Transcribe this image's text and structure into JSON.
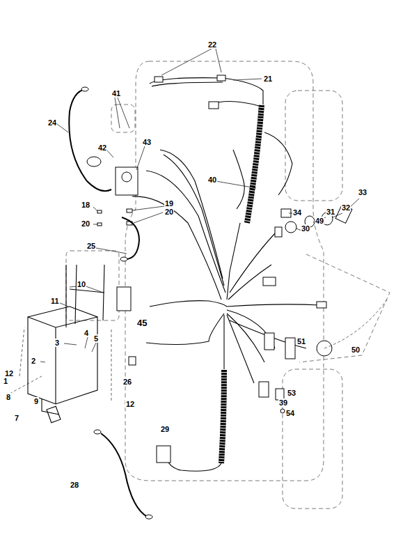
{
  "diagram": {
    "nodes": [],
    "edges": [],
    "labels": [
      "22",
      "21",
      "41",
      "24",
      "42",
      "43",
      "40",
      "18",
      "20",
      "19",
      "20",
      "34",
      "33",
      "32",
      "31",
      "49",
      "30",
      "25",
      "10",
      "11",
      "45",
      "4",
      "3",
      "5",
      "2",
      "12",
      "1",
      "8",
      "9",
      "7",
      "12",
      "26",
      "51",
      "50",
      "53",
      "39",
      "54",
      "29",
      "28"
    ]
  }
}
